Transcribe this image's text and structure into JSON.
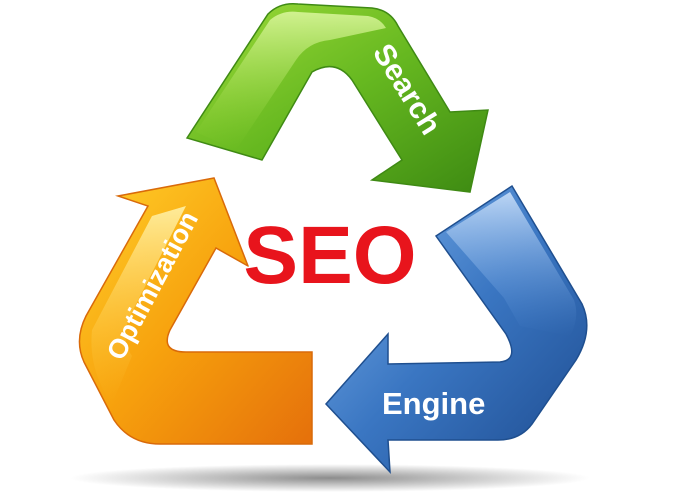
{
  "diagram": {
    "center_label": "SEO",
    "arrows": [
      {
        "label": "Search",
        "color": "#5fb31f"
      },
      {
        "label": "Engine",
        "color": "#2e6db5"
      },
      {
        "label": "Optimization",
        "color": "#f5a30a"
      }
    ],
    "colors": {
      "center_text": "#e8141c",
      "arrow_text": "#ffffff"
    }
  }
}
